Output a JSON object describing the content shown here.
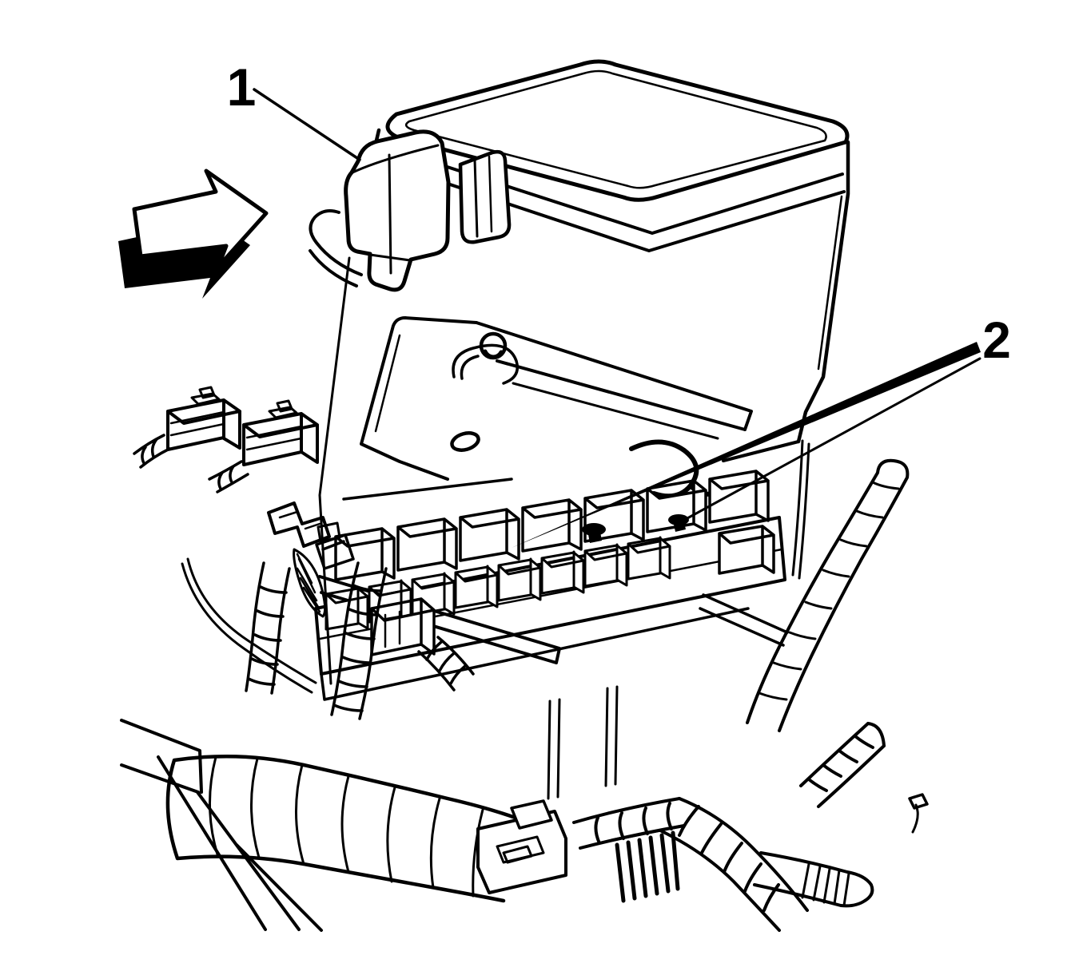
{
  "figure": {
    "type": "technical-illustration",
    "subject": "underhood-fuse-block-with-cover",
    "background": "#ffffff",
    "ink": "#000000",
    "callouts": [
      {
        "label": "1"
      },
      {
        "label": "2"
      }
    ],
    "icons": [
      {
        "name": "direction-arrow-icon",
        "direction": "up-right"
      }
    ]
  }
}
